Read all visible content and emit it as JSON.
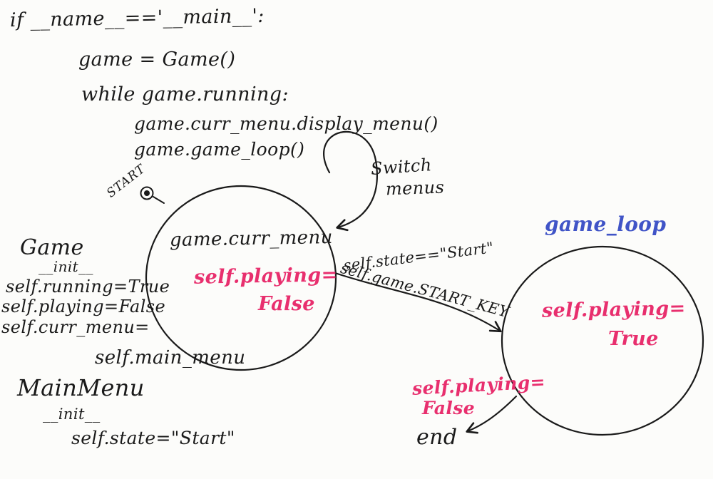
{
  "code": {
    "line1": "if __name__=='__main__':",
    "line2": "game = Game()",
    "line3": "while game.running:",
    "line4": "game.curr_menu.display_menu()",
    "line5": "game.game_loop()"
  },
  "left_state": {
    "title": "game.curr_menu",
    "playing_label": "self.playing=",
    "playing_value": "False"
  },
  "right_state": {
    "header": "game_loop",
    "playing_label": "self.playing=",
    "playing_value": "True"
  },
  "annotations": {
    "start": "START",
    "switch_line1": "Switch",
    "switch_line2": "menus",
    "transition_line1": "self.state==\"Start\"",
    "transition_line2": "self.game.START_KEY",
    "exit_label": "self.playing=",
    "exit_value": "False",
    "end": "end"
  },
  "game_class": {
    "title": "Game",
    "init": "__init__",
    "line1": "self.running=True",
    "line2": "self.playing=False",
    "line3": "self.curr_menu=",
    "line4": "self.main_menu"
  },
  "main_menu_class": {
    "title": "MainMenu",
    "init": "__init__",
    "line1": "self.state=\"Start\""
  },
  "colors": {
    "ink": "#1a1a1a",
    "pink": "#e82f6e",
    "blue": "#4054c7"
  }
}
